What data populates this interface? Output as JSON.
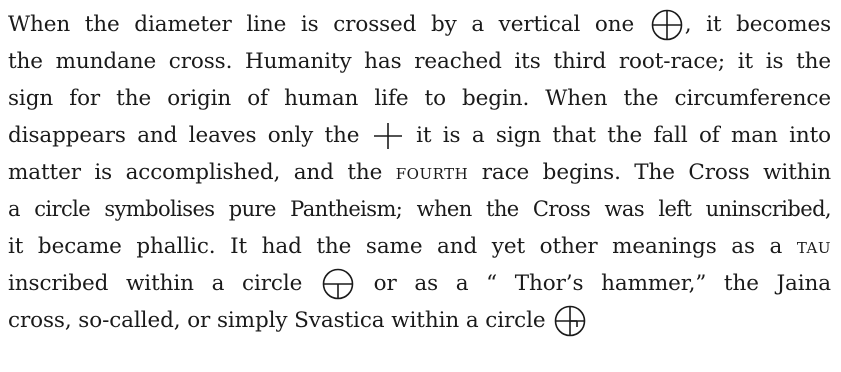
{
  "paragraph": {
    "l1_a": "When the diameter line is crossed by a vertical one",
    "l1_b": ", it becomes",
    "l2": "the mundane cross. Humanity has reached its third root-race; it is the",
    "l3": "sign for the origin of human life to begin. When the circumference",
    "l4_a": "disappears and leaves only the",
    "l4_b": "it is a sign that the fall of man into",
    "l5_a": "matter is accomplished, and the",
    "l5_sc": "fourth",
    "l5_b": "race begins. The Cross within",
    "l6": "a circle symbolises pure Pantheism; when the Cross was left uninscribed,",
    "l7_a": "it became phallic. It had the same and yet other meanings as a",
    "l7_sc": "tau",
    "l8_a": "inscribed within a circle",
    "l8_b": "or as a “ Thor’s hammer,” the Jaina",
    "l9_a": "cross, so-called, or simply Svastica within a circle"
  },
  "symbols": {
    "circle_cross": "circle-cross-icon",
    "plain_cross": "plain-cross-icon",
    "circle_tau": "circle-tau-icon",
    "circle_svastica": "circle-svastica-icon"
  }
}
